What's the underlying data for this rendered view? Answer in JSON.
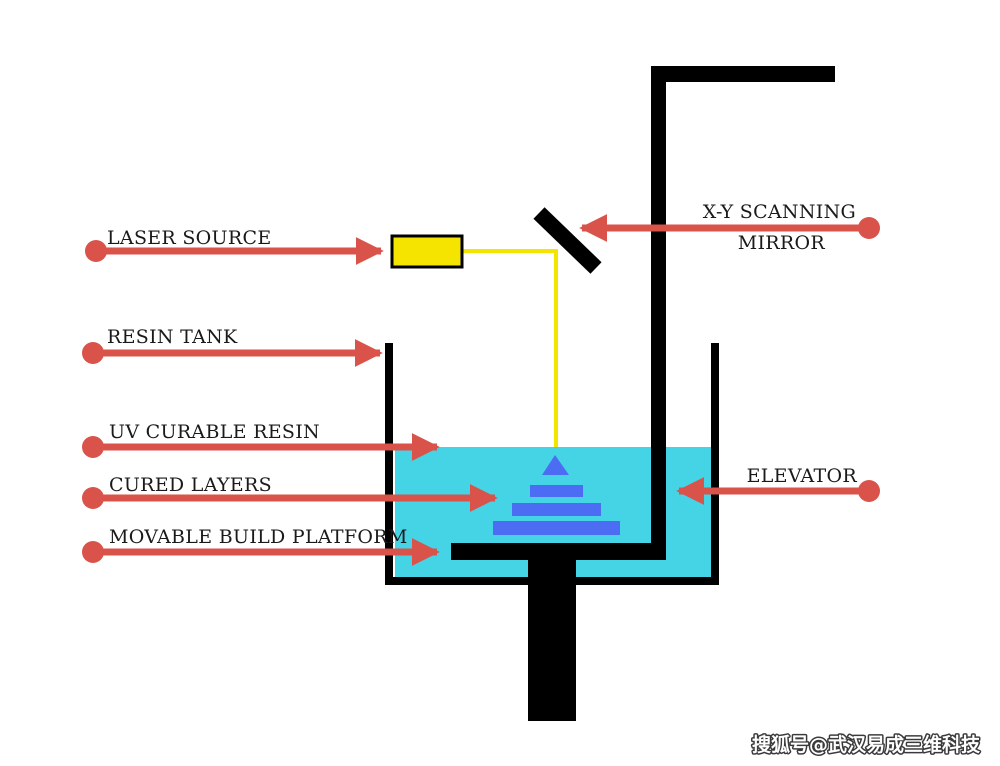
{
  "labels": {
    "laser_source": "LASER SOURCE",
    "resin_tank": "RESIN TANK",
    "uv_curable_resin": "UV CURABLE RESIN",
    "cured_layers": "CURED LAYERS",
    "movable_build_platform": "MOVABLE BUILD PLATFORM",
    "xy_scanning_line1": "X-Y SCANNING",
    "xy_scanning_line2": "MIRROR",
    "elevator": "ELEVATOR"
  },
  "watermark": "搜狐号@武汉易成三维科技",
  "colors": {
    "arrow": "#d9534a",
    "resin": "#45d3e6",
    "frame": "#000000",
    "laser_body": "#f5e400",
    "laser_beam": "#f2e600",
    "cured_layers": "#4c6cf4",
    "label_text": "#1a1a1a"
  }
}
